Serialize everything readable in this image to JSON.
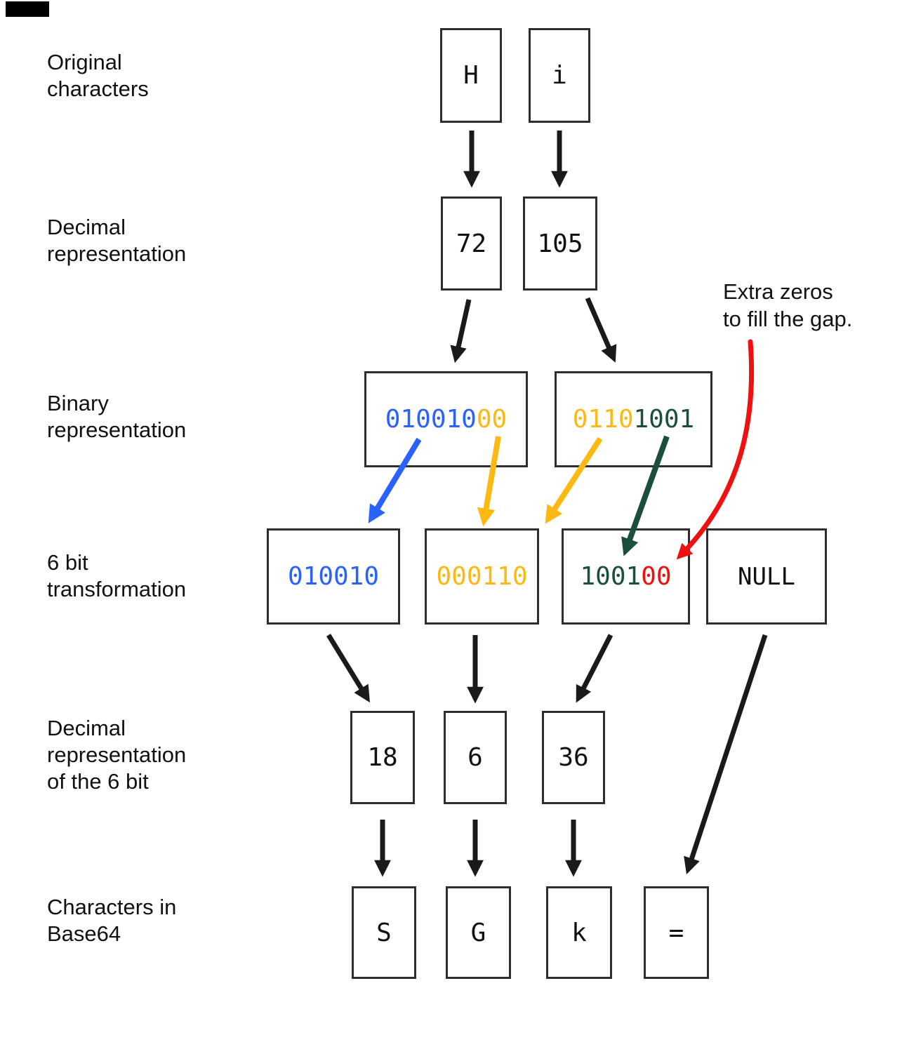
{
  "colors": {
    "blue": "#2962ff",
    "yellow": "#fdb913",
    "green": "#1b4f3a",
    "red": "#ee1111",
    "black": "#111111"
  },
  "annotation": {
    "lines": [
      "Extra zeros",
      "to fill the gap."
    ]
  },
  "rows": {
    "original": {
      "label_lines": [
        "Original",
        "characters"
      ],
      "boxes": [
        {
          "text": "H"
        },
        {
          "text": "i"
        }
      ]
    },
    "decimal": {
      "label_lines": [
        "Decimal",
        "representation"
      ],
      "boxes": [
        {
          "text": "72"
        },
        {
          "text": "105"
        }
      ]
    },
    "binary": {
      "label_lines": [
        "Binary",
        "representation"
      ],
      "boxes": [
        {
          "segments": [
            {
              "text": "010010",
              "color": "#2962ff"
            },
            {
              "text": "00",
              "color": "#fdb913"
            }
          ]
        },
        {
          "segments": [
            {
              "text": "0110",
              "color": "#fdb913"
            },
            {
              "text": "1001",
              "color": "#1b4f3a"
            }
          ]
        }
      ]
    },
    "sixbit": {
      "label_lines": [
        "6 bit",
        "transformation"
      ],
      "boxes": [
        {
          "segments": [
            {
              "text": "010010",
              "color": "#2962ff"
            }
          ]
        },
        {
          "segments": [
            {
              "text": "000110",
              "color": "#fdb913"
            }
          ]
        },
        {
          "segments": [
            {
              "text": "1001",
              "color": "#1b4f3a"
            },
            {
              "text": "00",
              "color": "#ee1111"
            }
          ]
        },
        {
          "segments": [
            {
              "text": "NULL",
              "color": "#111111"
            }
          ]
        }
      ]
    },
    "decimal6": {
      "label_lines": [
        "Decimal",
        "representation",
        "of the 6 bit"
      ],
      "boxes": [
        {
          "text": "18"
        },
        {
          "text": "6"
        },
        {
          "text": "36"
        }
      ]
    },
    "base64": {
      "label_lines": [
        "Characters in",
        "Base64"
      ],
      "boxes": [
        {
          "text": "S"
        },
        {
          "text": "G"
        },
        {
          "text": "k"
        },
        {
          "text": "="
        }
      ]
    }
  }
}
